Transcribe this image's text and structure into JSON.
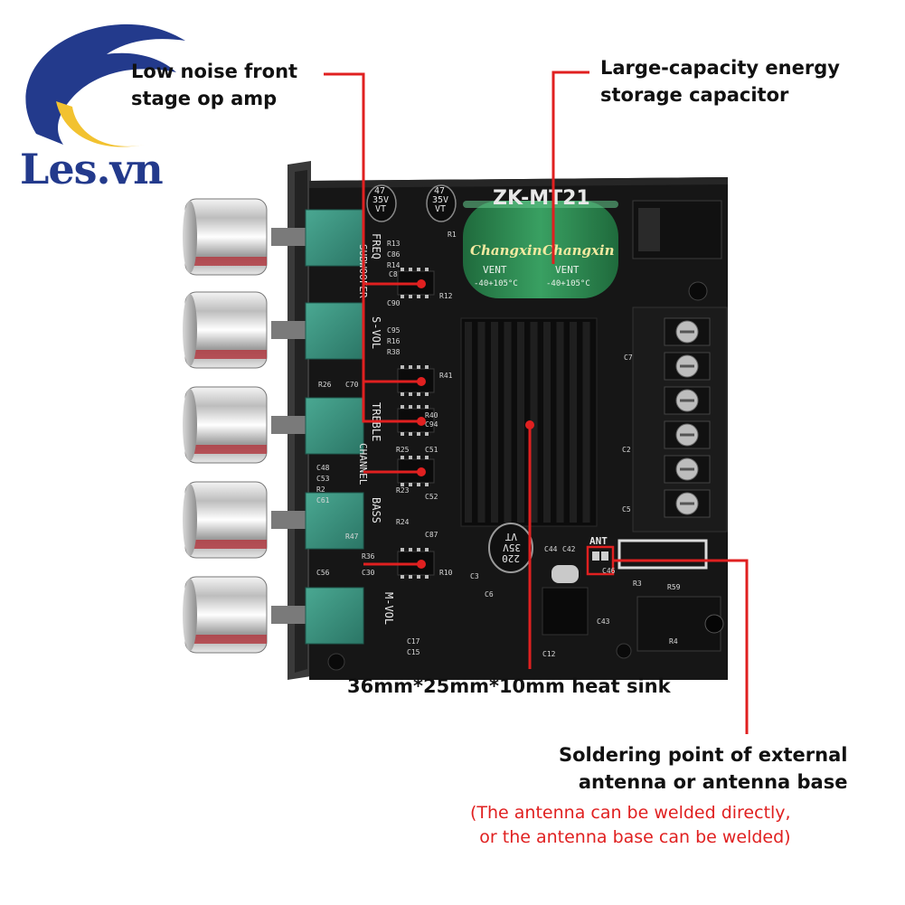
{
  "logo": {
    "text": "Les.vn",
    "brand_color": "#233a8c",
    "accent_color": "#f2c230"
  },
  "board": {
    "model": "ZK-MT21",
    "capacitor_brand": "Changxin",
    "capacitor_marking": "VENT",
    "capacitor_rating": "-40+105°C",
    "small_cap_marking": [
      "47",
      "35V",
      "VT"
    ],
    "big_cap_marking": [
      "220",
      "35V",
      "VT"
    ],
    "silk_labels": {
      "freq": "FREQ",
      "subwoofer": "SUBWOOFER",
      "svol": "S-VOL",
      "treble": "TREBLE",
      "channel": "CHANNEL",
      "bass": "BASS",
      "mvol": "M-VOL",
      "ant": "ANT"
    },
    "component_labels": [
      "R13",
      "C86",
      "R14",
      "R12",
      "C90",
      "C95",
      "R16",
      "R38",
      "R41",
      "R40",
      "C94",
      "R25",
      "C51",
      "R23",
      "C52",
      "R24",
      "C87",
      "R10",
      "R26",
      "C70",
      "C48",
      "C53",
      "R2",
      "C61",
      "R47",
      "R36",
      "C56",
      "C30",
      "C17",
      "C15",
      "C6",
      "C7",
      "C44",
      "C42",
      "C46",
      "R59",
      "C43",
      "C2",
      "C5",
      "R3",
      "R4",
      "C3",
      "R1",
      "C8",
      "C12"
    ],
    "colors": {
      "pcb": "#161616",
      "pot": "#3a8f7c",
      "heatsink": "#0c0c0c",
      "capacitor": "#2d8a4e",
      "terminal": "#1b1b1b"
    }
  },
  "annotations": {
    "op_amp": [
      "Low noise front",
      "stage op amp"
    ],
    "capacitor": [
      "Large-capacity energy",
      "storage capacitor"
    ],
    "heatsink": [
      "36mm*25mm*10mm heat sink"
    ],
    "antenna": [
      "Soldering point of external",
      "antenna or antenna base"
    ],
    "antenna_note": [
      "(The antenna can be welded directly,",
      "or the antenna base can be welded)"
    ],
    "line_color": "#e02020"
  }
}
